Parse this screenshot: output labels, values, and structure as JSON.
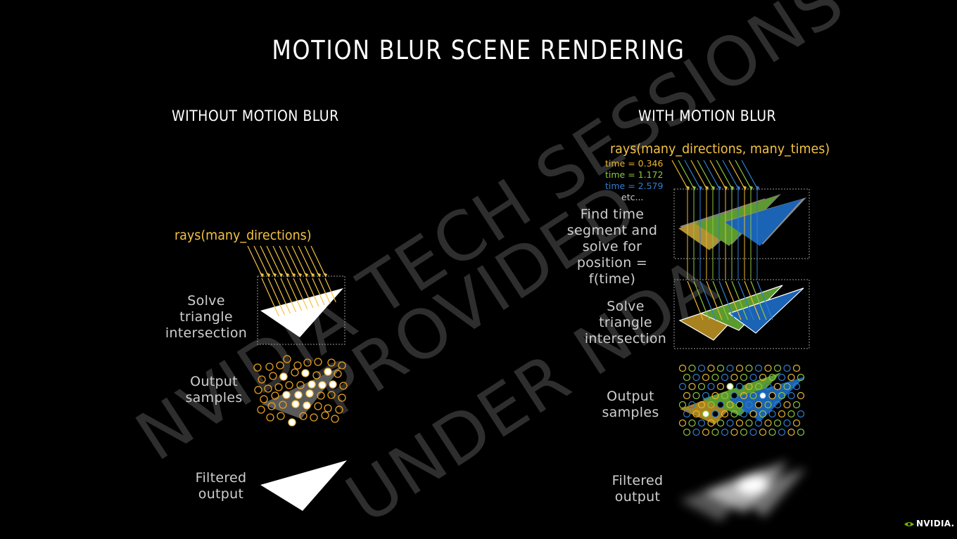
{
  "title": "MOTION BLUR SCENE RENDERING",
  "left": {
    "heading": "WITHOUT MOTION BLUR",
    "rays_label": "rays(many_directions)",
    "step_intersect": "Solve triangle intersection",
    "step_samples": "Output samples",
    "step_filtered": "Filtered output"
  },
  "right": {
    "heading": "WITH MOTION BLUR",
    "rays_label": "rays(many_directions, many_times)",
    "times": [
      {
        "label": "time = 0.346",
        "color": "#e8b830"
      },
      {
        "label": "time = 1.172",
        "color": "#8fc63f"
      },
      {
        "label": "time = 2.579",
        "color": "#2f7fd0"
      },
      {
        "label": "etc...",
        "color": "#cccccc"
      }
    ],
    "step_time": "Find time segment and solve for position = f(time)",
    "step_intersect": "Solve triangle intersection",
    "step_samples": "Output samples",
    "step_filtered": "Filtered output"
  },
  "watermark": [
    "NVIDIA TECH SESSIONS",
    "PROVIDED",
    "UNDER NDA"
  ],
  "logo_text": "NVIDIA.",
  "colors": {
    "ray_orange": "#f4c344",
    "tri_gold": "#a8821e",
    "tri_green": "#5b9a2e",
    "tri_blue": "#1a63b5"
  }
}
